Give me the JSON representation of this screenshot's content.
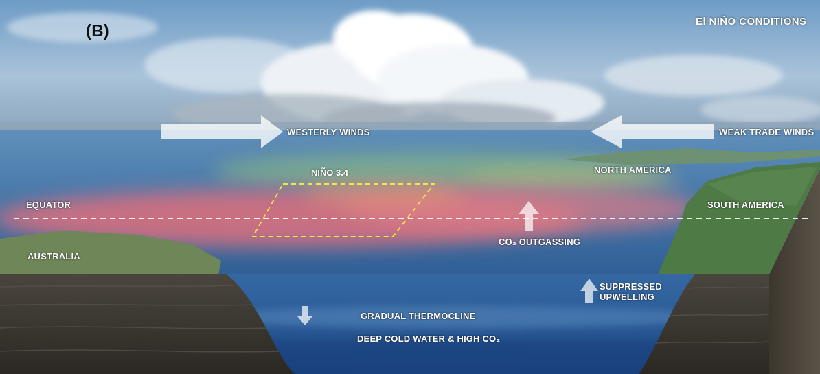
{
  "diagram": {
    "title": "El NIÑO CONDITIONS",
    "nodes": [
      {
        "text": [
          "NIÑO 3.4"
        ]
      }
    ],
    "labels": [
      "(B)",
      "WESTERLY WINDS",
      "WEAK TRADE WINDS",
      "NORTH AMERICA",
      "EQUATOR",
      "SOUTH AMERICA",
      "CO₂ OUTGASSING",
      "AUSTRALIA",
      "SUPPRESSED UPWELLING",
      "GRADUAL THERMOCLINE",
      "DEEP COLD WATER & HIGH CO₂"
    ]
  }
}
